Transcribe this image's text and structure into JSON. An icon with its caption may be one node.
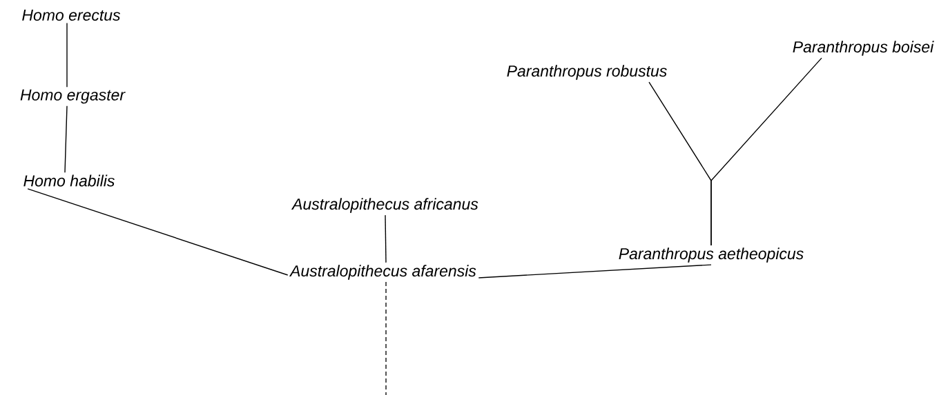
{
  "diagram": {
    "nodes": [
      {
        "text": [
          "Homo erectus"
        ]
      },
      {
        "text": [
          "Homo ergaster"
        ]
      },
      {
        "text": [
          "Homo habilis"
        ]
      },
      {
        "text": [
          "Australopithecus africanus"
        ]
      },
      {
        "text": [
          "Australopithecus afarensis"
        ]
      },
      {
        "text": [
          "Paranthropus robustus"
        ]
      },
      {
        "text": [
          "Paranthropus boisei"
        ]
      },
      {
        "text": [
          "Paranthropus aetheopicus"
        ]
      }
    ],
    "edges": [
      {
        "from": 0,
        "to": 1,
        "arrow": "none"
      },
      {
        "from": 1,
        "to": 2,
        "arrow": "none"
      },
      {
        "from": 2,
        "to": 4,
        "arrow": "none"
      },
      {
        "from": 3,
        "to": 4,
        "arrow": "none"
      },
      {
        "from": 4,
        "to": 7,
        "arrow": "none"
      },
      {
        "from": 7,
        "to": 5,
        "arrow": "none"
      },
      {
        "from": 7,
        "to": 6,
        "arrow": "none"
      },
      {
        "from": 4,
        "to": null,
        "arrow": "none",
        "style": "dashed"
      }
    ]
  }
}
